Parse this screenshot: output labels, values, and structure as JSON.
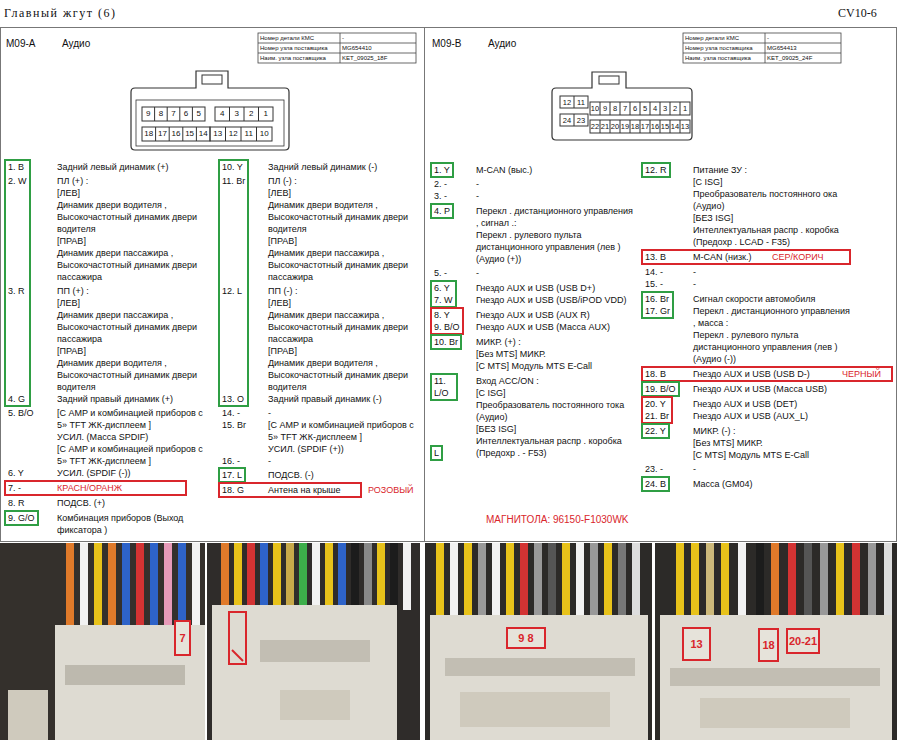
{
  "diagram": {
    "title": "Главный жгут (6)",
    "nodes": [
      {
        "text": [
          "1. B",
          "2. W",
          "3. R",
          "4. G"
        ]
      },
      {
        "text": [
          "10. Y",
          "11. Br",
          "12. L",
          "13. O"
        ]
      },
      {
        "text": [
          "17. L"
        ]
      },
      {
        "text": [
          "7. -",
          "КРАСН/ОРАНЖ"
        ]
      },
      {
        "text": [
          "18. G",
          "Антена на крыше"
        ]
      },
      {
        "text": [
          "9. G/O"
        ]
      },
      {
        "text": [
          "1. Y"
        ]
      },
      {
        "text": [
          "12. R"
        ]
      },
      {
        "text": [
          "4. P"
        ]
      },
      {
        "text": [
          "13. B",
          "M-CAN (низк.)",
          "СЕР/КОРИЧ"
        ]
      },
      {
        "text": [
          "6. Y",
          "7. W"
        ]
      },
      {
        "text": [
          "16. Br",
          "17. Gr"
        ]
      },
      {
        "text": [
          "8. Y",
          "9. B/O"
        ]
      },
      {
        "text": [
          "10. Br"
        ]
      },
      {
        "text": [
          "11. L/O"
        ]
      },
      {
        "text": [
          "18. B",
          "Гнездо AUX и USB (USB D-)",
          "ЧЕРНЫЙ"
        ]
      },
      {
        "text": [
          "19. B/O"
        ]
      },
      {
        "text": [
          "20. Y",
          "21. Br"
        ]
      },
      {
        "text": [
          "22. Y"
        ]
      },
      {
        "text": [
          "L"
        ]
      },
      {
        "text": [
          "24. B"
        ]
      },
      {
        "text": [
          "7"
        ]
      },
      {
        "text": [
          "9 8"
        ]
      },
      {
        "text": [
          "13"
        ]
      },
      {
        "text": [
          "18"
        ]
      },
      {
        "text": [
          "20-21"
        ]
      }
    ],
    "labels": [
      "CV10-6",
      "M09-A",
      "Аудио",
      "Номер детали КМС",
      "-",
      "Номер узла поставщика",
      "MG654410",
      "Наим. узла поставщика",
      "KET_09025_18F",
      "9",
      "8",
      "7",
      "6",
      "5",
      "4",
      "3",
      "2",
      "1",
      "18",
      "17",
      "16",
      "15",
      "14",
      "13",
      "12",
      "11",
      "10",
      "Задний левый динамик (+)",
      "ПЛ (+) :",
      "[ЛЕВ]",
      "Динамик двери водителя , Высокочастотный динамик двери водителя",
      "[ПРАВ]",
      "Динамик двери пассажира , Высокочастотный динамик двери пассажира",
      "ПП (+) :",
      "[ЛЕВ]",
      "Динамик двери пассажира , Высокочастотный динамик двери пассажира",
      "[ПРАВ]",
      "Динамик двери водителя , Высокочастотный динамик двери водителя",
      "Задний правый динамик (+)",
      "5. B/O",
      "[С AMP и комбинацией приборов с 5» TFT ЖК-дисплеем ]",
      "УСИЛ. (Масса SPDIF)",
      "[С AMP и комбинацией приборов с 5» TFT ЖК-дисплеем ]",
      "6. Y",
      "УСИЛ. (SPDIF (-))",
      "8. R",
      "ПОДСВ. (+)",
      "Комбинация приборов (Выход фиксатора )",
      "Задний левый динамик (-)",
      "ПЛ (-) :",
      "[ЛЕВ]",
      "Динамик двери водителя , Высокочастотный динамик двери водителя",
      "[ПРАВ]",
      "Динамик двери пассажира , Высокочастотный динамик двери пассажира",
      "ПП (-) :",
      "[ЛЕВ]",
      "Динамик двери пассажира , Высокочастотный динамик двери пассажира",
      "[ПРАВ]",
      "Динамик двери водителя , Высокочастотный динамик двери водителя",
      "Задний правый динамик (-)",
      "14. -",
      "-",
      "15. Br",
      "[С AMP и комбинацией приборов с 5» TFT ЖК-дисплеем ]",
      "УСИЛ. (SPDIF (+))",
      "16. -",
      "-",
      "ПОДСВ. (-)",
      "РОЗОВЫЙ",
      "M09-B",
      "Аудио",
      "Номер детали КМС",
      "-",
      "Номер узла поставщика",
      "MG654413",
      "Наим. узла поставщика",
      "KET_09025_24F",
      "12",
      "11",
      "10",
      "9",
      "8",
      "7",
      "6",
      "5",
      "4",
      "3",
      "2",
      "1",
      "24",
      "23",
      "22",
      "21",
      "20",
      "19",
      "18",
      "17",
      "16",
      "15",
      "14",
      "13",
      "M-CAN (выс.)",
      "2. -",
      "-",
      "3. -",
      "-",
      "Перекл . дистанционного управления , сигнал .:",
      "Перекл . рулевого пульта дистанционного управления (лев ) (Аудио (+))",
      "5. -",
      "-",
      "Гнездо AUX и USB (USB D+)",
      "Гнездо AUX и USB (USB/iPOD VDD)",
      "Гнездо AUX и USB (AUX R)",
      "Гнездо AUX и USB (Масса AUX)",
      "МИКР. (+) :",
      "[Без MTS] МИКР.",
      "[С MTS] Модуль MTS E-Call",
      "Вход ACC/ON :",
      "[С ISG]",
      "Преобразователь постоянного тока (Аудио)",
      "[БЕЗ ISG]",
      "Интеллектуальная распр . коробка (Предохр . - F53)",
      "Питание ЗУ :",
      "[С ISG]",
      "Преобразователь постоянного ока (Аудио)",
      "[БЕЗ ISG]",
      "Интеллектуальная распр . коробка (Предохр . LCAD - F35)",
      "14. -",
      "-",
      "15. -",
      "-",
      "Сигнал скорости автомобиля",
      "Перекл . дистанционного управления , масса :",
      "Перекл . рулевого пульта дистанционного управления (лев ) (Аудио (-))",
      "Гнездо AUX и USB (Масса USB)",
      "Гнездо AUX и USB (DET)",
      "Гнездо AUX и USB (AUX_L)",
      "МИКР. (-) :",
      "[Без MTS] МИКР.",
      "[С MTS] Модуль MTS E-Call",
      "23. -",
      "-",
      "Масса (GM04)",
      "МАГНИТОЛА: 96150-F1030WK"
    ]
  }
}
